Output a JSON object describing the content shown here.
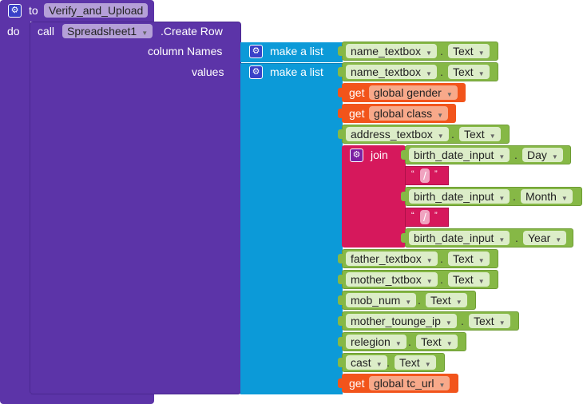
{
  "procedure": {
    "to_label": "to",
    "name": "Verify_and_Upload",
    "do_label": "do"
  },
  "call": {
    "call_label": "call",
    "component": "Spreadsheet1",
    "method": ".Create Row",
    "column_names_label": "column Names",
    "values_label": "values"
  },
  "make_list_label": "make a list",
  "get_label": "get",
  "join_label": "join",
  "colors": {
    "procedure": "#5c34a8",
    "list": "#0c9ad8",
    "component": "#86b846",
    "variable": "#f2541b",
    "text": "#d6185c"
  },
  "column_names": {
    "component": "name_textbox",
    "property": "Text"
  },
  "values": [
    {
      "type": "component",
      "component": "name_textbox",
      "property": "Text"
    },
    {
      "type": "get",
      "variable": "global gender"
    },
    {
      "type": "get",
      "variable": "global class"
    },
    {
      "type": "component",
      "component": "address_textbox",
      "property": "Text"
    },
    {
      "type": "join"
    },
    {
      "type": "component",
      "component": "father_textbox",
      "property": "Text"
    },
    {
      "type": "component",
      "component": "mother_txtbox",
      "property": "Text"
    },
    {
      "type": "component",
      "component": "mob_num",
      "property": "Text"
    },
    {
      "type": "component",
      "component": "mother_tounge_ip",
      "property": "Text"
    },
    {
      "type": "component",
      "component": "relegion",
      "property": "Text"
    },
    {
      "type": "component",
      "component": "cast",
      "property": "Text"
    },
    {
      "type": "get",
      "variable": "global tc_url"
    }
  ],
  "join_items": [
    {
      "type": "component",
      "component": "birth_date_input",
      "property": "Day"
    },
    {
      "type": "text",
      "value": "/",
      "open_quote": "“",
      "close_quote": "”"
    },
    {
      "type": "component",
      "component": "birth_date_input",
      "property": "Month"
    },
    {
      "type": "text",
      "value": "/",
      "open_quote": "“",
      "close_quote": "”"
    },
    {
      "type": "component",
      "component": "birth_date_input",
      "property": "Year"
    }
  ]
}
